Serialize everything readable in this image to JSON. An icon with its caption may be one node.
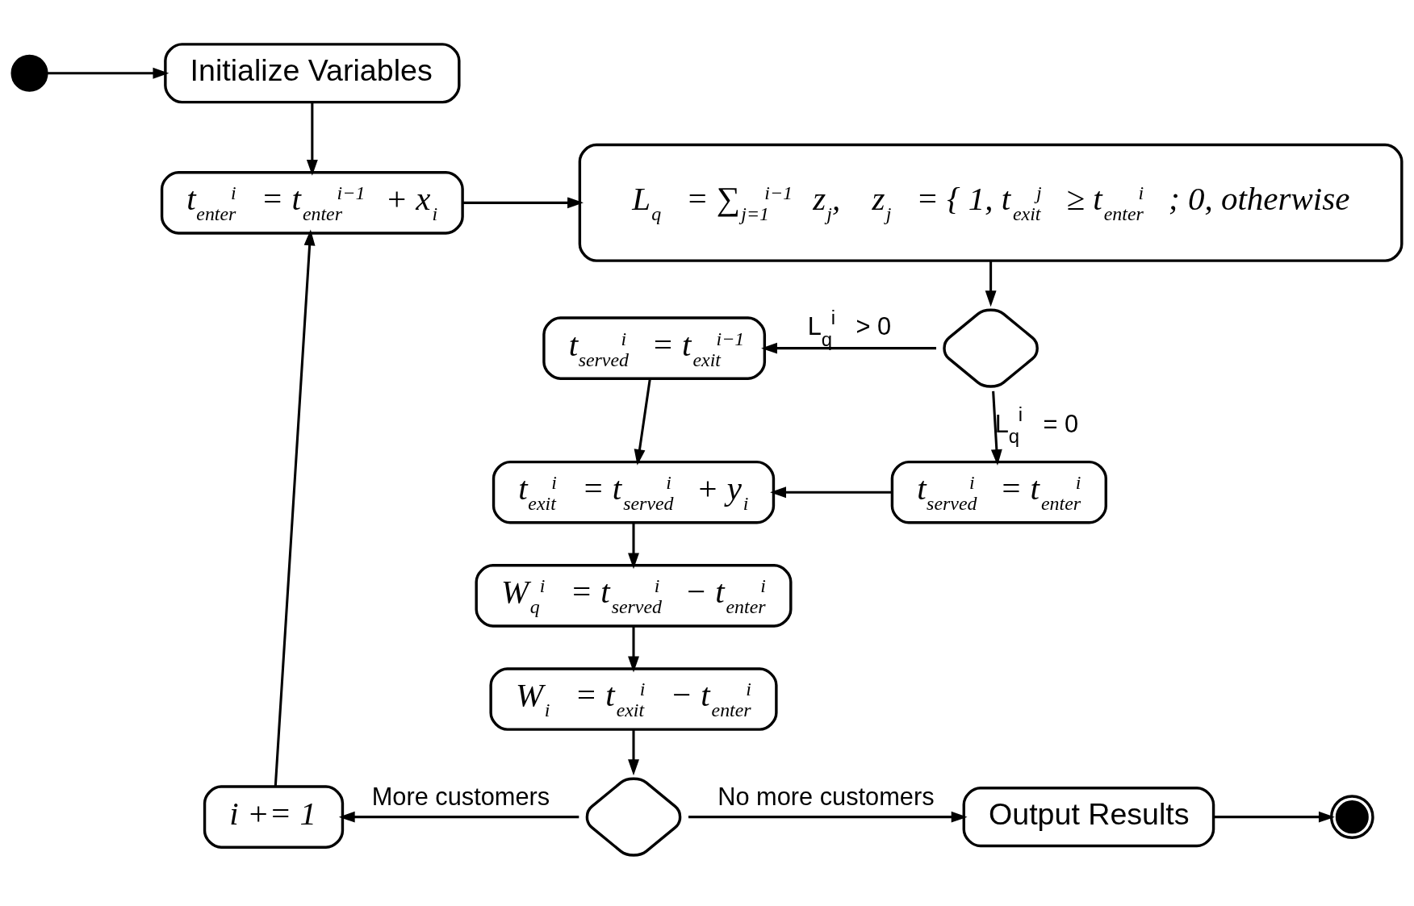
{
  "diagram": {
    "nodes": [
      {
        "text": [],
        "shape": "circle"
      },
      {
        "text": [
          "Initialize Variables"
        ]
      },
      {
        "text": [
          "t$_{enter}$$^{i}$ = t$_{enter}$$^{i−1}$ + x$_{i}$"
        ]
      },
      {
        "text": [
          "L$_{q}$ = ∑$_{j=1}$$^{i−1}$ z$_{j}$,",
          "z$_{j}$ = { 1, t$_{exit}$$^{j}$ ≥ t$_{enter}$$^{i}$ ; 0, otherwise"
        ]
      },
      {
        "text": [],
        "shape": "diamond"
      },
      {
        "text": [
          "t$_{served}$$^{i}$ = t$_{exit}$$^{i−1}$"
        ]
      },
      {
        "text": [
          "t$_{served}$$^{i}$ = t$_{enter}$$^{i}$"
        ]
      },
      {
        "text": [
          "t$_{exit}$$^{i}$ = t$_{served}$$^{i}$ + y$_{i}$"
        ]
      },
      {
        "text": [
          "W$_{q}$$^{i}$ = t$_{served}$$^{i}$ − t$_{enter}$$^{i}$"
        ]
      },
      {
        "text": [
          "W$_{i}$ = t$_{exit}$$^{i}$ − t$_{enter}$$^{i}$"
        ]
      },
      {
        "text": [],
        "shape": "diamond"
      },
      {
        "text": [
          "i += 1"
        ]
      },
      {
        "text": [
          "Output Results"
        ]
      },
      {
        "text": [],
        "shape": "circle"
      }
    ],
    "edges": [
      {
        "from": 0,
        "to": 1,
        "arrow": "to"
      },
      {
        "from": 1,
        "to": 2,
        "arrow": "to"
      },
      {
        "from": 2,
        "to": 3,
        "arrow": "to"
      },
      {
        "from": 3,
        "to": 4,
        "arrow": "to"
      },
      {
        "from": 4,
        "to": 5,
        "arrow": "to",
        "label": "L$_{q}$$^{i}$ > 0"
      },
      {
        "from": 4,
        "to": 6,
        "arrow": "to",
        "label": "L$_{q}$$^{i}$ = 0"
      },
      {
        "from": 5,
        "to": 7,
        "arrow": "to"
      },
      {
        "from": 6,
        "to": 7,
        "arrow": "to"
      },
      {
        "from": 7,
        "to": 8,
        "arrow": "to"
      },
      {
        "from": 8,
        "to": 9,
        "arrow": "to"
      },
      {
        "from": 9,
        "to": 10,
        "arrow": "to"
      },
      {
        "from": 10,
        "to": 11,
        "arrow": "to",
        "label": "More customers"
      },
      {
        "from": 10,
        "to": 12,
        "arrow": "to",
        "label": "No more customers"
      },
      {
        "from": 11,
        "to": 2,
        "arrow": "to"
      },
      {
        "from": 12,
        "to": 13,
        "arrow": "to"
      }
    ]
  }
}
